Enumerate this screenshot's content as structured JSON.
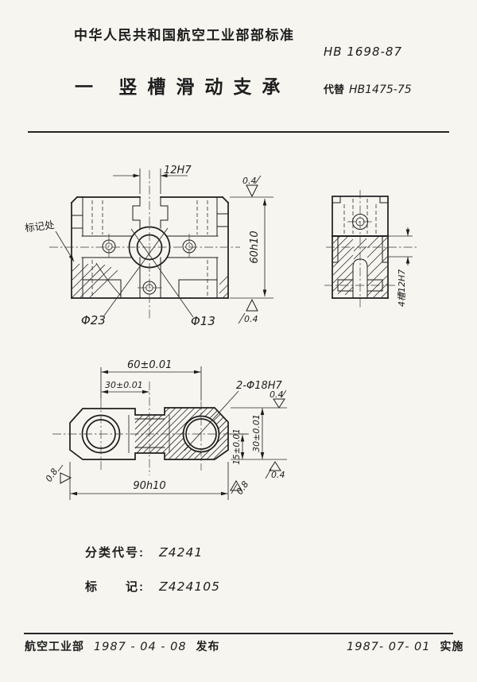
{
  "page": {
    "bg": "#f6f5f0",
    "ink": "#1d1d1d"
  },
  "header": {
    "org_standard": "中华人民共和国航空工业部部标准",
    "standard_no": "HB 1698-87",
    "title": "一 竖槽滑动支承",
    "replaces_label": "代替",
    "replaces_no": "HB1475-75"
  },
  "drawing": {
    "front_view": {
      "slot_width": "12H7",
      "height": "60h10",
      "bore_outer": "Φ23",
      "bore_inner": "Φ13",
      "finish_top": "0.4",
      "finish_bottom": "0.4",
      "mark_label": "标记处"
    },
    "side_view": {
      "slots": "4槽12H7"
    },
    "plan_view": {
      "hole_span": "60±0.01",
      "hole_half_span": "30±0.01",
      "holes": "2-Φ18H7",
      "finish_top": "0.4",
      "width": "30±0.01",
      "half_width": "15±0.01",
      "length": "90h10",
      "finish_left": "0.8",
      "finish_right": "0.8",
      "finish_bottom": "0.4"
    }
  },
  "codes": {
    "class_label": "分类代号:",
    "class_value": "Z4241",
    "mark_label": "标　　记:",
    "mark_value": "Z424105"
  },
  "footer": {
    "issuer": "航空工业部",
    "issue_date": "1987 - 04 - 08",
    "issue_label": "发布",
    "impl_date": "1987- 07- 01",
    "impl_label": "实施"
  }
}
